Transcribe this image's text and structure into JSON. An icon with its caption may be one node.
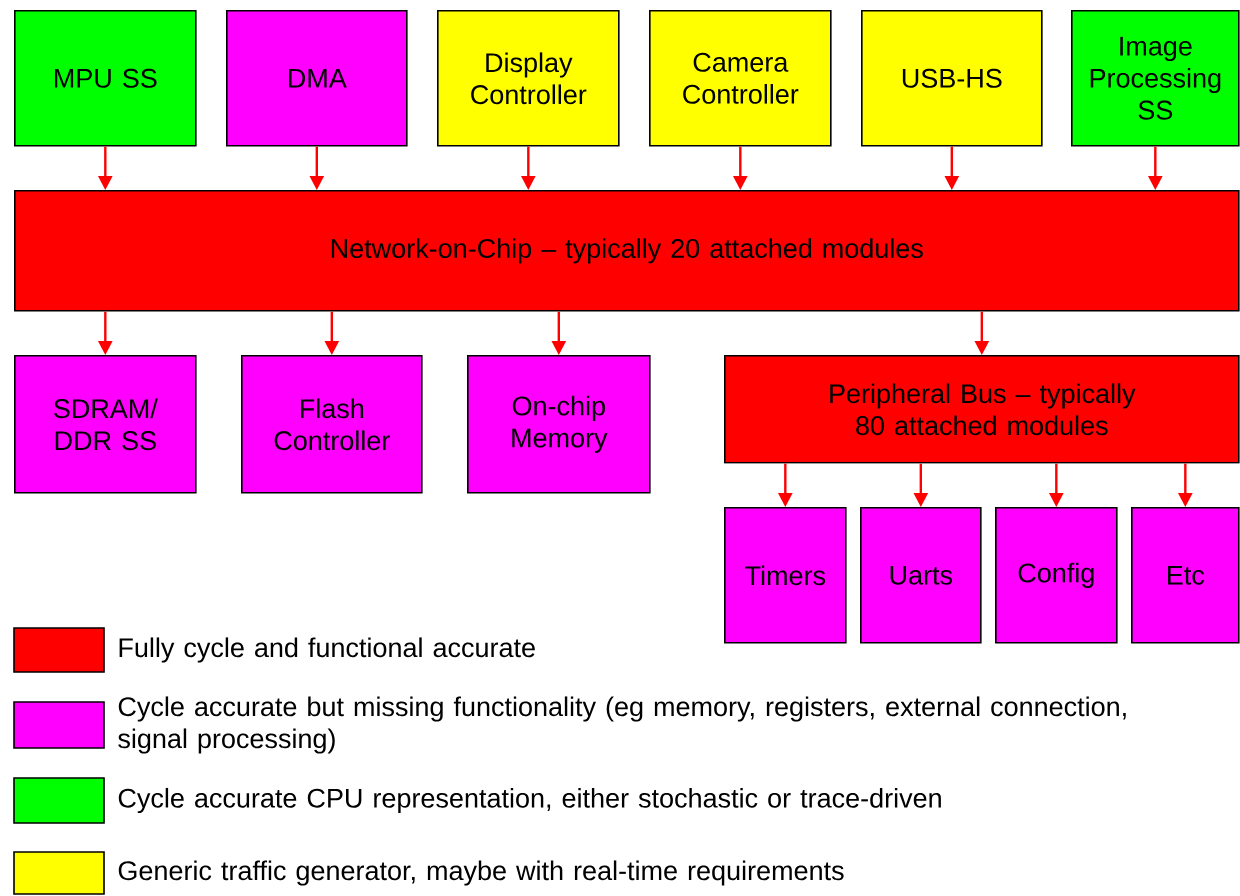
{
  "diagram": {
    "nodes": [
      {
        "text": [
          "MPU SS"
        ]
      },
      {
        "text": [
          "DMA"
        ]
      },
      {
        "text": [
          "Display Controller"
        ]
      },
      {
        "text": [
          "Camera Controller"
        ]
      },
      {
        "text": [
          "USB-HS"
        ]
      },
      {
        "text": [
          "Image Processing SS"
        ]
      },
      {
        "text": [
          "Network-on-Chip – typically 20 attached modules"
        ]
      },
      {
        "text": [
          "SDRAM/ DDR SS"
        ]
      },
      {
        "text": [
          "Flash Controller"
        ]
      },
      {
        "text": [
          "On-chip Memory"
        ]
      },
      {
        "text": [
          "Peripheral Bus – typically 80 attached modules"
        ]
      },
      {
        "text": [
          "Timers"
        ]
      },
      {
        "text": [
          "Uarts"
        ]
      },
      {
        "text": [
          "Config"
        ]
      },
      {
        "text": [
          "Etc"
        ]
      }
    ],
    "edges": [
      {
        "from": 0,
        "to": 6,
        "arrow": "to"
      },
      {
        "from": 1,
        "to": 6,
        "arrow": "to"
      },
      {
        "from": 2,
        "to": 6,
        "arrow": "to"
      },
      {
        "from": 3,
        "to": 6,
        "arrow": "to"
      },
      {
        "from": 4,
        "to": 6,
        "arrow": "to"
      },
      {
        "from": 5,
        "to": 6,
        "arrow": "to"
      },
      {
        "from": 6,
        "to": 7,
        "arrow": "to"
      },
      {
        "from": 6,
        "to": 8,
        "arrow": "to"
      },
      {
        "from": 6,
        "to": 9,
        "arrow": "to"
      },
      {
        "from": 6,
        "to": 10,
        "arrow": "to"
      },
      {
        "from": 10,
        "to": 11,
        "arrow": "to"
      },
      {
        "from": 10,
        "to": 12,
        "arrow": "to"
      },
      {
        "from": 10,
        "to": 13,
        "arrow": "to"
      },
      {
        "from": 10,
        "to": 14,
        "arrow": "to"
      }
    ],
    "legend": [
      {
        "text": "Fully cycle and functional accurate",
        "color": "#ff0000"
      },
      {
        "text": "Cycle accurate but missing functionality (eg memory, registers, external connection, signal processing)",
        "color": "#ff00ff"
      },
      {
        "text": "Cycle accurate CPU representation, either stochastic or trace-driven",
        "color": "#00ff00"
      },
      {
        "text": "Generic traffic generator, maybe with real-time requirements",
        "color": "#ffff00"
      }
    ]
  }
}
